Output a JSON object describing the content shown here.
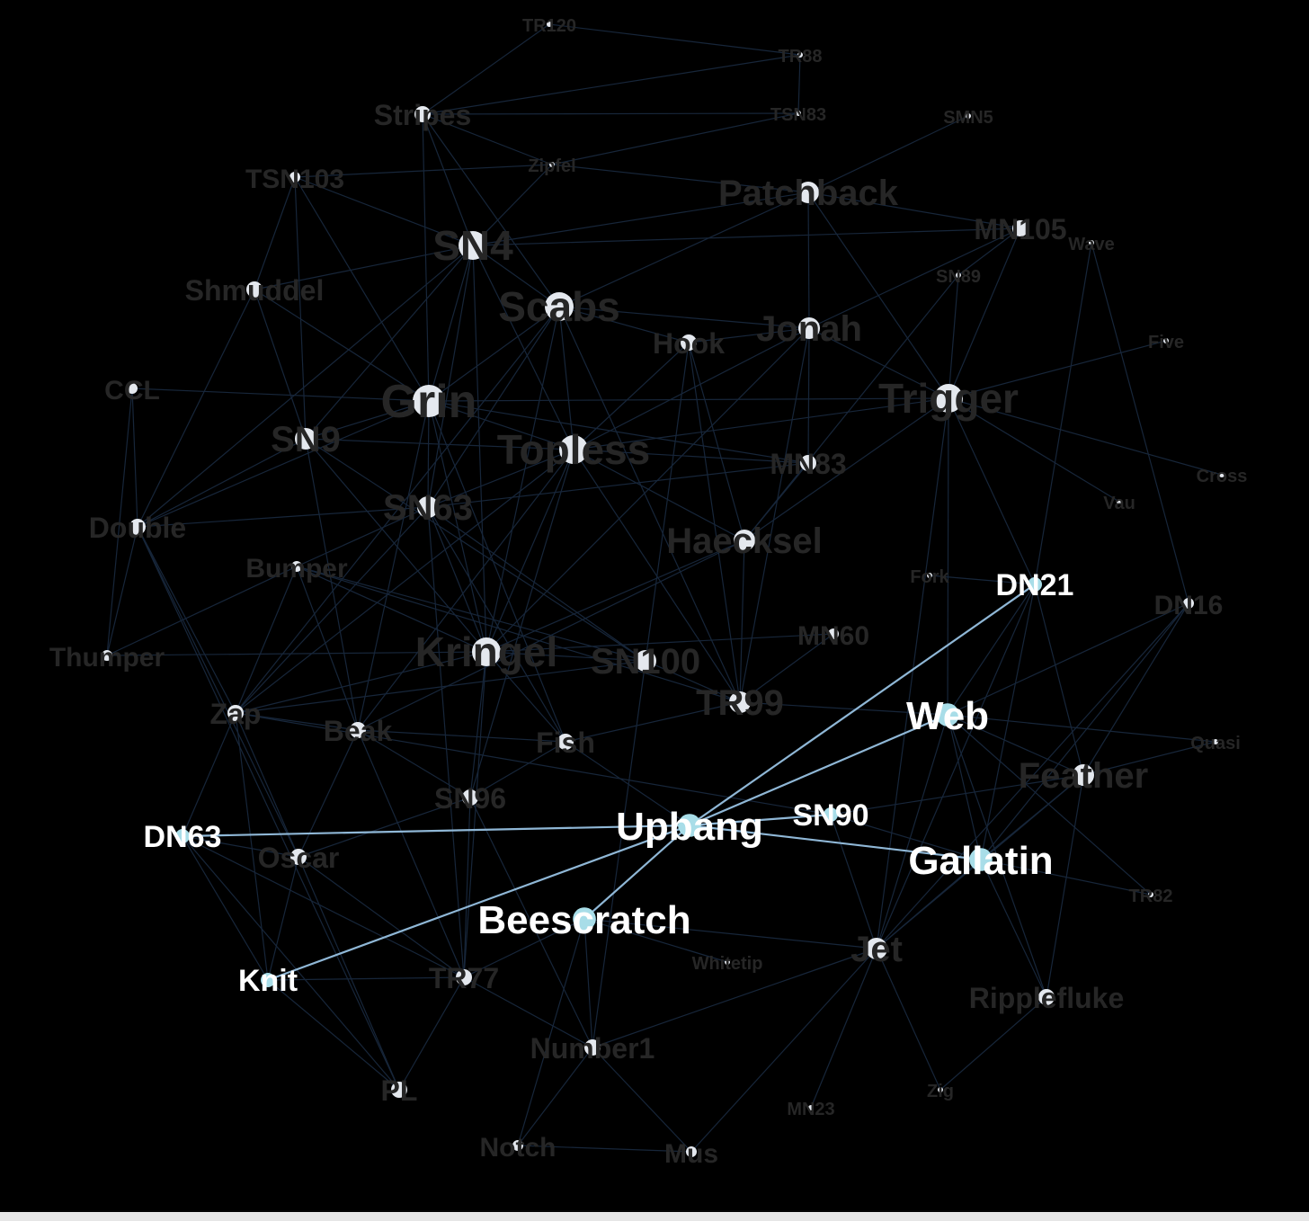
{
  "colors": {
    "background": "#000000",
    "bottom_strip": "#e6e6e6",
    "dim_edge": "#17263a",
    "highlight_edge": "#8fb7d6",
    "node": "#e4e8ee",
    "highlight_node": "#a8dde8",
    "dim_label": "#262626",
    "highlight_label": "#ffffff"
  },
  "focus_node": "Upbang",
  "nodes": [
    {
      "name": "TR120",
      "w": 1
    },
    {
      "name": "TR88",
      "w": 1
    },
    {
      "name": "Stripes",
      "w": 3
    },
    {
      "name": "TSN83",
      "w": 1
    },
    {
      "name": "SMN5",
      "w": 1
    },
    {
      "name": "TSN103",
      "w": 2
    },
    {
      "name": "Zipfel",
      "w": 1
    },
    {
      "name": "Patchback",
      "w": 4
    },
    {
      "name": "MN105",
      "w": 3
    },
    {
      "name": "Wave",
      "w": 1
    },
    {
      "name": "SN4",
      "w": 5
    },
    {
      "name": "Shmuddel",
      "w": 3
    },
    {
      "name": "SN89",
      "w": 1
    },
    {
      "name": "Scabs",
      "w": 5
    },
    {
      "name": "Hook",
      "w": 3
    },
    {
      "name": "Jonah",
      "w": 4
    },
    {
      "name": "Five",
      "w": 1
    },
    {
      "name": "CCL",
      "w": 2
    },
    {
      "name": "Grin",
      "w": 6
    },
    {
      "name": "Trigger",
      "w": 5
    },
    {
      "name": "SN9",
      "w": 4
    },
    {
      "name": "Topless",
      "w": 5
    },
    {
      "name": "MN83",
      "w": 3
    },
    {
      "name": "Cross",
      "w": 1
    },
    {
      "name": "Double",
      "w": 3
    },
    {
      "name": "SN63",
      "w": 4
    },
    {
      "name": "Vau",
      "w": 1
    },
    {
      "name": "Haecksel",
      "w": 4
    },
    {
      "name": "Fork",
      "w": 1
    },
    {
      "name": "DN21",
      "w": 3,
      "hl": true
    },
    {
      "name": "Bumper",
      "w": 2
    },
    {
      "name": "DN16",
      "w": 2
    },
    {
      "name": "Thumper",
      "w": 2
    },
    {
      "name": "MN60",
      "w": 2
    },
    {
      "name": "Kringel",
      "w": 5
    },
    {
      "name": "SN100",
      "w": 4
    },
    {
      "name": "TR99",
      "w": 4
    },
    {
      "name": "Zap",
      "w": 3
    },
    {
      "name": "Web",
      "w": 5,
      "hl": true
    },
    {
      "name": "Beak",
      "w": 3
    },
    {
      "name": "Fish",
      "w": 3
    },
    {
      "name": "Quasi",
      "w": 1
    },
    {
      "name": "Feather",
      "w": 4
    },
    {
      "name": "SN96",
      "w": 3
    },
    {
      "name": "SN90",
      "w": 3,
      "hl": true
    },
    {
      "name": "DN63",
      "w": 3,
      "hl": true
    },
    {
      "name": "Upbang",
      "w": 5,
      "hl": true
    },
    {
      "name": "Oscar",
      "w": 3
    },
    {
      "name": "Gallatin",
      "w": 5,
      "hl": true
    },
    {
      "name": "TR82",
      "w": 1
    },
    {
      "name": "Beescratch",
      "w": 5,
      "hl": true
    },
    {
      "name": "Jet",
      "w": 4
    },
    {
      "name": "Whitetip",
      "w": 1
    },
    {
      "name": "Knit",
      "w": 3,
      "hl": true
    },
    {
      "name": "TR77",
      "w": 3
    },
    {
      "name": "Ripplefluke",
      "w": 3
    },
    {
      "name": "Number1",
      "w": 3
    },
    {
      "name": "PL",
      "w": 3
    },
    {
      "name": "MN23",
      "w": 1
    },
    {
      "name": "Zig",
      "w": 1
    },
    {
      "name": "Notch",
      "w": 2
    },
    {
      "name": "Mus",
      "w": 2
    }
  ],
  "edges": [
    [
      "Upbang",
      "DN21"
    ],
    [
      "Upbang",
      "Web"
    ],
    [
      "Upbang",
      "SN90"
    ],
    [
      "Upbang",
      "Gallatin"
    ],
    [
      "Upbang",
      "DN63"
    ],
    [
      "Upbang",
      "Knit"
    ],
    [
      "Upbang",
      "Beescratch"
    ],
    [
      "TR120",
      "TR88"
    ],
    [
      "TR120",
      "Stripes"
    ],
    [
      "TR88",
      "TSN83"
    ],
    [
      "TR88",
      "Stripes"
    ],
    [
      "Stripes",
      "TSN83"
    ],
    [
      "Stripes",
      "SN4"
    ],
    [
      "Stripes",
      "Grin"
    ],
    [
      "Stripes",
      "Scabs"
    ],
    [
      "Stripes",
      "Zipfel"
    ],
    [
      "TSN83",
      "Zipfel"
    ],
    [
      "TSN103",
      "Zipfel"
    ],
    [
      "TSN103",
      "SN4"
    ],
    [
      "TSN103",
      "Shmuddel"
    ],
    [
      "TSN103",
      "SN9"
    ],
    [
      "TSN103",
      "Grin"
    ],
    [
      "Zipfel",
      "SN4"
    ],
    [
      "Zipfel",
      "Patchback"
    ],
    [
      "Patchback",
      "MN105"
    ],
    [
      "Patchback",
      "Jonah"
    ],
    [
      "Patchback",
      "SN4"
    ],
    [
      "Patchback",
      "SMN5"
    ],
    [
      "Patchback",
      "Trigger"
    ],
    [
      "Patchback",
      "Scabs"
    ],
    [
      "MN105",
      "SN4"
    ],
    [
      "MN105",
      "SN89"
    ],
    [
      "MN105",
      "Trigger"
    ],
    [
      "MN105",
      "Jonah"
    ],
    [
      "Wave",
      "DN21"
    ],
    [
      "Wave",
      "DN16"
    ],
    [
      "SN4",
      "Grin"
    ],
    [
      "SN4",
      "Scabs"
    ],
    [
      "SN4",
      "Shmuddel"
    ],
    [
      "SN4",
      "SN9"
    ],
    [
      "SN4",
      "Double"
    ],
    [
      "SN4",
      "Topless"
    ],
    [
      "SN4",
      "Kringel"
    ],
    [
      "SN4",
      "SN63"
    ],
    [
      "Shmuddel",
      "Double"
    ],
    [
      "Shmuddel",
      "Grin"
    ],
    [
      "Shmuddel",
      "SN9"
    ],
    [
      "SN89",
      "Trigger"
    ],
    [
      "SN89",
      "Haecksel"
    ],
    [
      "Scabs",
      "Hook"
    ],
    [
      "Scabs",
      "Grin"
    ],
    [
      "Scabs",
      "Topless"
    ],
    [
      "Scabs",
      "SN63"
    ],
    [
      "Scabs",
      "Jonah"
    ],
    [
      "Scabs",
      "Kringel"
    ],
    [
      "Scabs",
      "Zap"
    ],
    [
      "Scabs",
      "TR99"
    ],
    [
      "Hook",
      "Jonah"
    ],
    [
      "Hook",
      "Topless"
    ],
    [
      "Hook",
      "Haecksel"
    ],
    [
      "Hook",
      "SN100"
    ],
    [
      "Hook",
      "TR99"
    ],
    [
      "Jonah",
      "MN83"
    ],
    [
      "Jonah",
      "Topless"
    ],
    [
      "Jonah",
      "Trigger"
    ],
    [
      "Jonah",
      "Kringel"
    ],
    [
      "Jonah",
      "TR99"
    ],
    [
      "Five",
      "Trigger"
    ],
    [
      "CCL",
      "Grin"
    ],
    [
      "CCL",
      "Double"
    ],
    [
      "CCL",
      "Thumper"
    ],
    [
      "Grin",
      "SN9"
    ],
    [
      "Grin",
      "SN63"
    ],
    [
      "Grin",
      "Topless"
    ],
    [
      "Grin",
      "Trigger"
    ],
    [
      "Grin",
      "Kringel"
    ],
    [
      "Grin",
      "Beak"
    ],
    [
      "Grin",
      "Fish"
    ],
    [
      "Grin",
      "Double"
    ],
    [
      "Grin",
      "MN83"
    ],
    [
      "Trigger",
      "Topless"
    ],
    [
      "Trigger",
      "Cross"
    ],
    [
      "Trigger",
      "Web"
    ],
    [
      "Trigger",
      "Haecksel"
    ],
    [
      "Trigger",
      "Vau"
    ],
    [
      "Trigger",
      "Jet"
    ],
    [
      "Trigger",
      "DN21"
    ],
    [
      "SN9",
      "Double"
    ],
    [
      "SN9",
      "Beak"
    ],
    [
      "SN9",
      "Kringel"
    ],
    [
      "SN9",
      "SN100"
    ],
    [
      "SN9",
      "Topless"
    ],
    [
      "Topless",
      "SN63"
    ],
    [
      "Topless",
      "Haecksel"
    ],
    [
      "Topless",
      "Kringel"
    ],
    [
      "Topless",
      "MN83"
    ],
    [
      "Topless",
      "Zap"
    ],
    [
      "Topless",
      "Beak"
    ],
    [
      "Topless",
      "SN96"
    ],
    [
      "Topless",
      "TR99"
    ],
    [
      "MN83",
      "Haecksel"
    ],
    [
      "MN83",
      "SN63"
    ],
    [
      "Double",
      "Thumper"
    ],
    [
      "Double",
      "Zap"
    ],
    [
      "Double",
      "SN63"
    ],
    [
      "Double",
      "Oscar"
    ],
    [
      "Double",
      "PL"
    ],
    [
      "SN63",
      "Kringel"
    ],
    [
      "SN63",
      "SN100"
    ],
    [
      "SN63",
      "Bumper"
    ],
    [
      "SN63",
      "Zap"
    ],
    [
      "SN63",
      "Fish"
    ],
    [
      "SN63",
      "TR77"
    ],
    [
      "Haecksel",
      "Kringel"
    ],
    [
      "Haecksel",
      "TR99"
    ],
    [
      "Haecksel",
      "Beak"
    ],
    [
      "DN21",
      "Gallatin"
    ],
    [
      "DN21",
      "Feather"
    ],
    [
      "DN21",
      "Web"
    ],
    [
      "DN21",
      "Jet"
    ],
    [
      "DN21",
      "Fork"
    ],
    [
      "Bumper",
      "Kringel"
    ],
    [
      "Bumper",
      "Thumper"
    ],
    [
      "Bumper",
      "SN100"
    ],
    [
      "Bumper",
      "Zap"
    ],
    [
      "Bumper",
      "TR99"
    ],
    [
      "Bumper",
      "Beak"
    ],
    [
      "DN16",
      "Feather"
    ],
    [
      "DN16",
      "Gallatin"
    ],
    [
      "DN16",
      "Web"
    ],
    [
      "DN16",
      "Jet"
    ],
    [
      "Thumper",
      "Kringel"
    ],
    [
      "MN60",
      "Kringel"
    ],
    [
      "MN60",
      "TR99"
    ],
    [
      "Kringel",
      "SN100"
    ],
    [
      "Kringel",
      "Zap"
    ],
    [
      "Kringel",
      "SN96"
    ],
    [
      "Kringel",
      "TR77"
    ],
    [
      "Kringel",
      "Fish"
    ],
    [
      "SN100",
      "TR99"
    ],
    [
      "SN100",
      "Number1"
    ],
    [
      "SN100",
      "Zap"
    ],
    [
      "TR99",
      "Fish"
    ],
    [
      "TR99",
      "Web"
    ],
    [
      "Zap",
      "Beak"
    ],
    [
      "Zap",
      "Knit"
    ],
    [
      "Zap",
      "DN63"
    ],
    [
      "Zap",
      "Oscar"
    ],
    [
      "Zap",
      "SN90"
    ],
    [
      "Web",
      "Gallatin"
    ],
    [
      "Web",
      "Feather"
    ],
    [
      "Web",
      "Jet"
    ],
    [
      "Web",
      "Quasi"
    ],
    [
      "Web",
      "TR82"
    ],
    [
      "Web",
      "Ripplefluke"
    ],
    [
      "Beak",
      "Fish"
    ],
    [
      "Beak",
      "SN96"
    ],
    [
      "Beak",
      "TR77"
    ],
    [
      "Beak",
      "Oscar"
    ],
    [
      "Fish",
      "SN96"
    ],
    [
      "Fish",
      "Upbang"
    ],
    [
      "Quasi",
      "Feather"
    ],
    [
      "Feather",
      "Gallatin"
    ],
    [
      "Feather",
      "Jet"
    ],
    [
      "Feather",
      "Ripplefluke"
    ],
    [
      "Feather",
      "SN90"
    ],
    [
      "SN96",
      "TR77"
    ],
    [
      "SN96",
      "Number1"
    ],
    [
      "SN96",
      "Oscar"
    ],
    [
      "SN90",
      "Gallatin"
    ],
    [
      "SN90",
      "Jet"
    ],
    [
      "DN63",
      "Oscar"
    ],
    [
      "DN63",
      "PL"
    ],
    [
      "DN63",
      "Knit"
    ],
    [
      "DN63",
      "TR77"
    ],
    [
      "Oscar",
      "TR77"
    ],
    [
      "Oscar",
      "Knit"
    ],
    [
      "Oscar",
      "PL"
    ],
    [
      "Gallatin",
      "Jet"
    ],
    [
      "Gallatin",
      "Ripplefluke"
    ],
    [
      "Gallatin",
      "TR82"
    ],
    [
      "Beescratch",
      "Number1"
    ],
    [
      "Beescratch",
      "Jet"
    ],
    [
      "Beescratch",
      "TR77"
    ],
    [
      "Beescratch",
      "Whitetip"
    ],
    [
      "Beescratch",
      "Notch"
    ],
    [
      "Jet",
      "Number1"
    ],
    [
      "Jet",
      "Mus"
    ],
    [
      "Jet",
      "MN23"
    ],
    [
      "Jet",
      "Zig"
    ],
    [
      "Ripplefluke",
      "Zig"
    ],
    [
      "Knit",
      "PL"
    ],
    [
      "Knit",
      "TR77"
    ],
    [
      "TR77",
      "PL"
    ],
    [
      "TR77",
      "Number1"
    ],
    [
      "Number1",
      "Mus"
    ],
    [
      "Number1",
      "Notch"
    ],
    [
      "Notch",
      "Mus"
    ]
  ]
}
